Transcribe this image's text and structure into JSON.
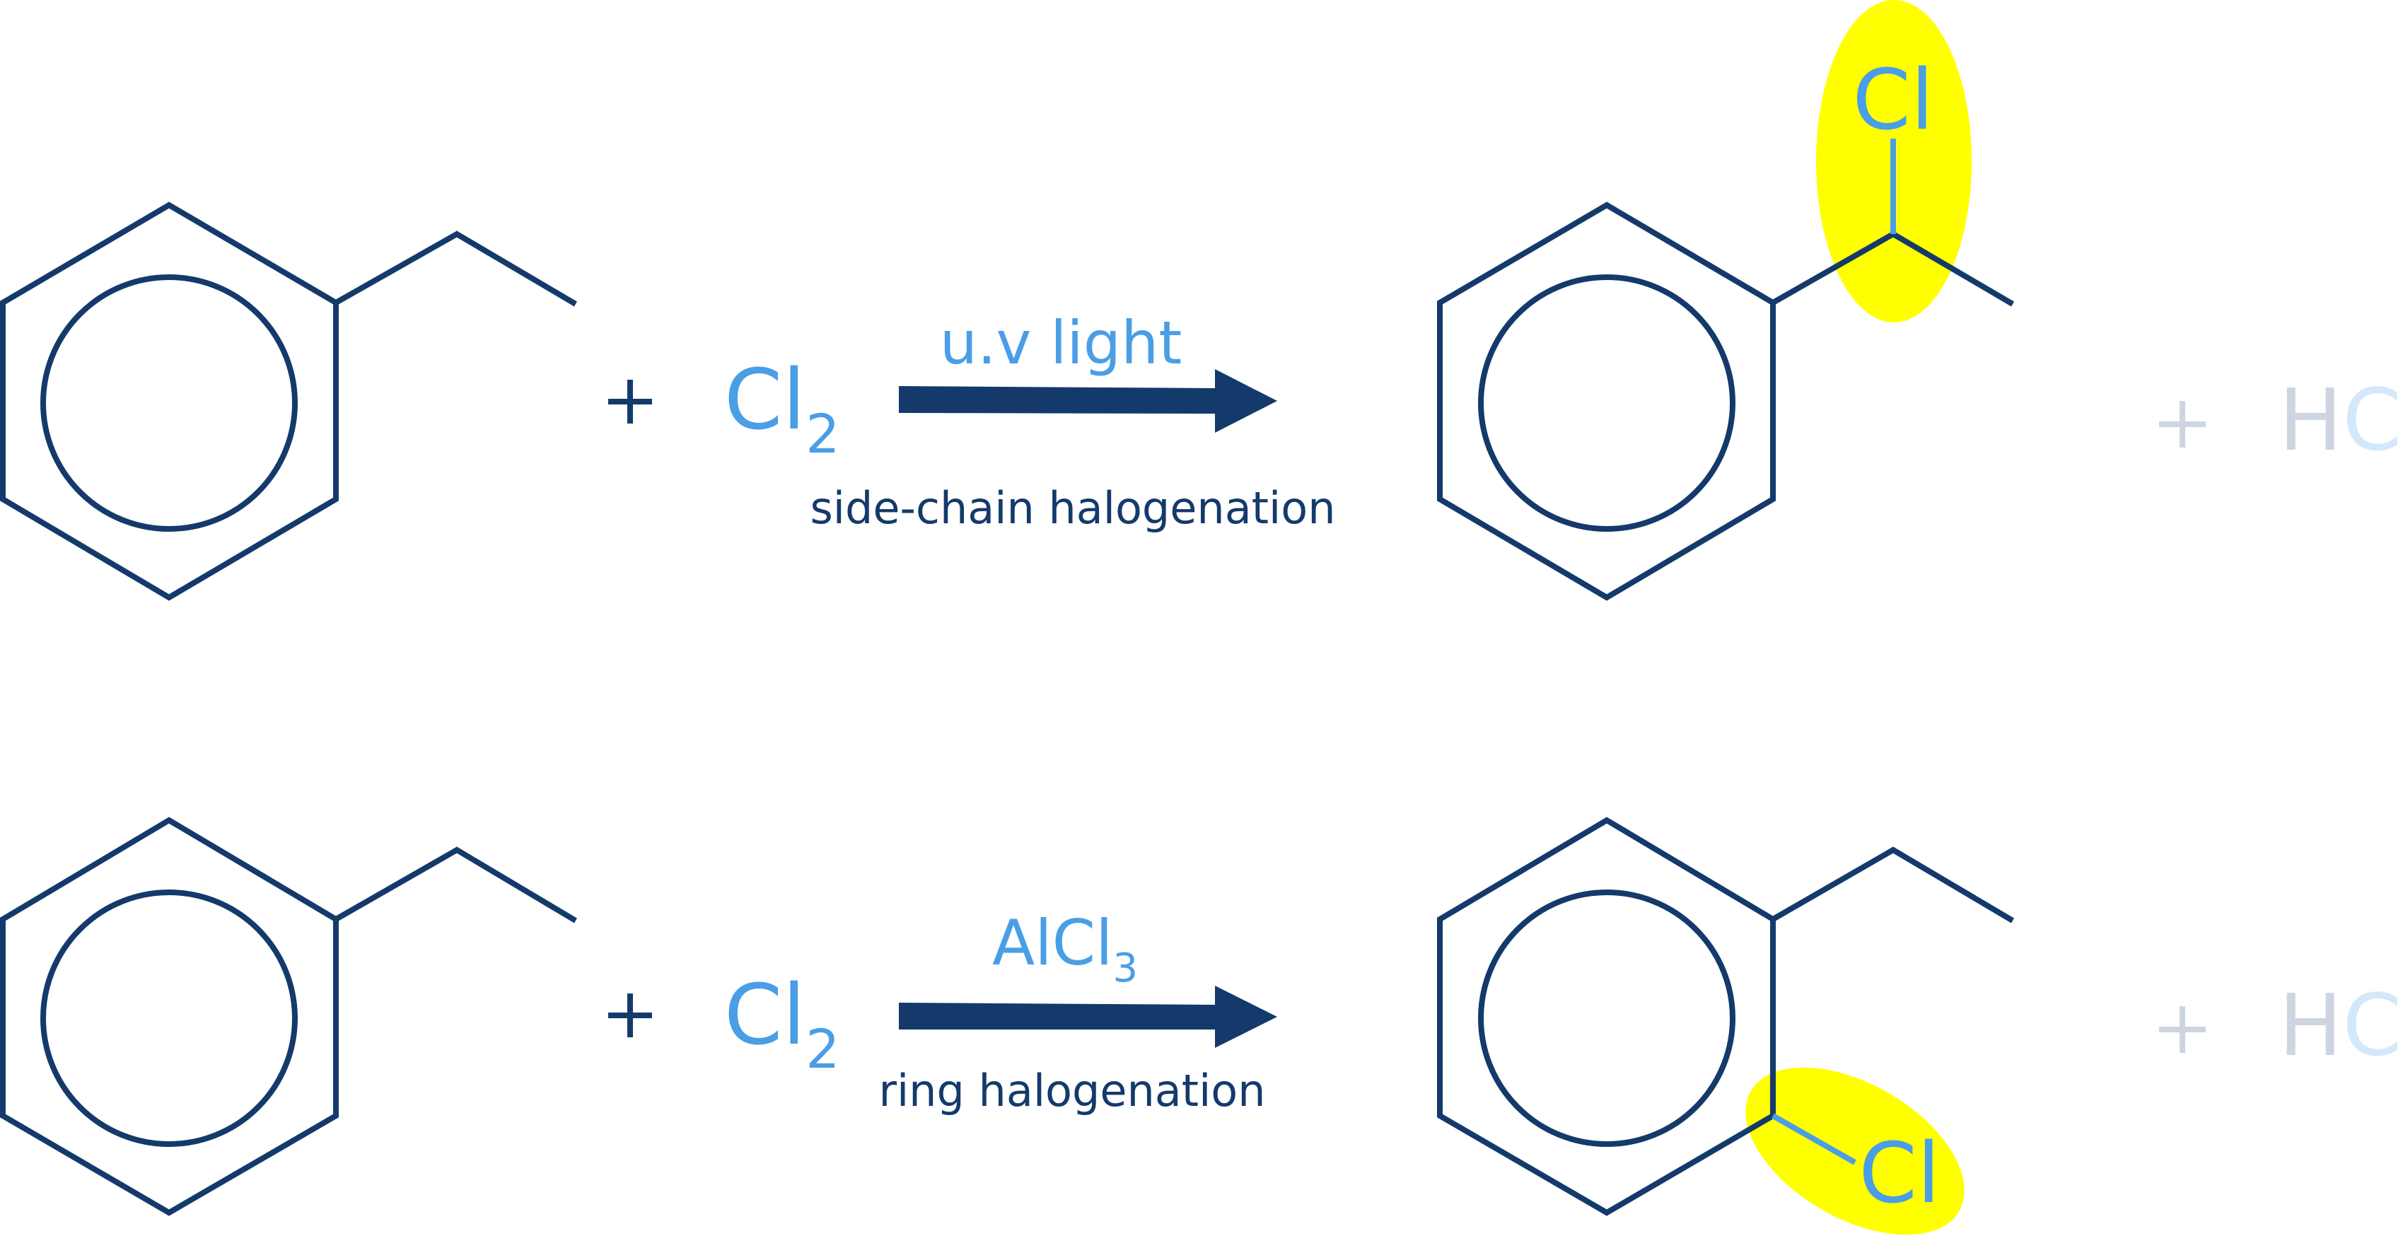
{
  "colors": {
    "bond": "#143a6b",
    "reagent_text": "#4a9ee6",
    "condition_text": "#143a6b",
    "highlight": "#ffff00",
    "faded_plus": "#cdd5e0",
    "faded_h": "#cdd5e0",
    "faded_cl": "#d3e8fa"
  },
  "reactions": [
    {
      "reactant": "ethylbenzene",
      "plus": "+",
      "reagent": {
        "main": "Cl",
        "sub": "2"
      },
      "condition_above": "u.v light",
      "condition_below": "side-chain halogenation",
      "product_substituent": "Cl",
      "byproduct": {
        "plus": "+",
        "h": "H",
        "cl": "Cl"
      }
    },
    {
      "reactant": "ethylbenzene",
      "plus": "+",
      "reagent": {
        "main": "Cl",
        "sub": "2"
      },
      "catalyst": {
        "main": "AlCl",
        "sub": "3"
      },
      "condition_below": "ring halogenation",
      "product_substituent": "Cl",
      "byproduct": {
        "plus": "+",
        "h": "H",
        "cl": "Cl"
      }
    }
  ]
}
